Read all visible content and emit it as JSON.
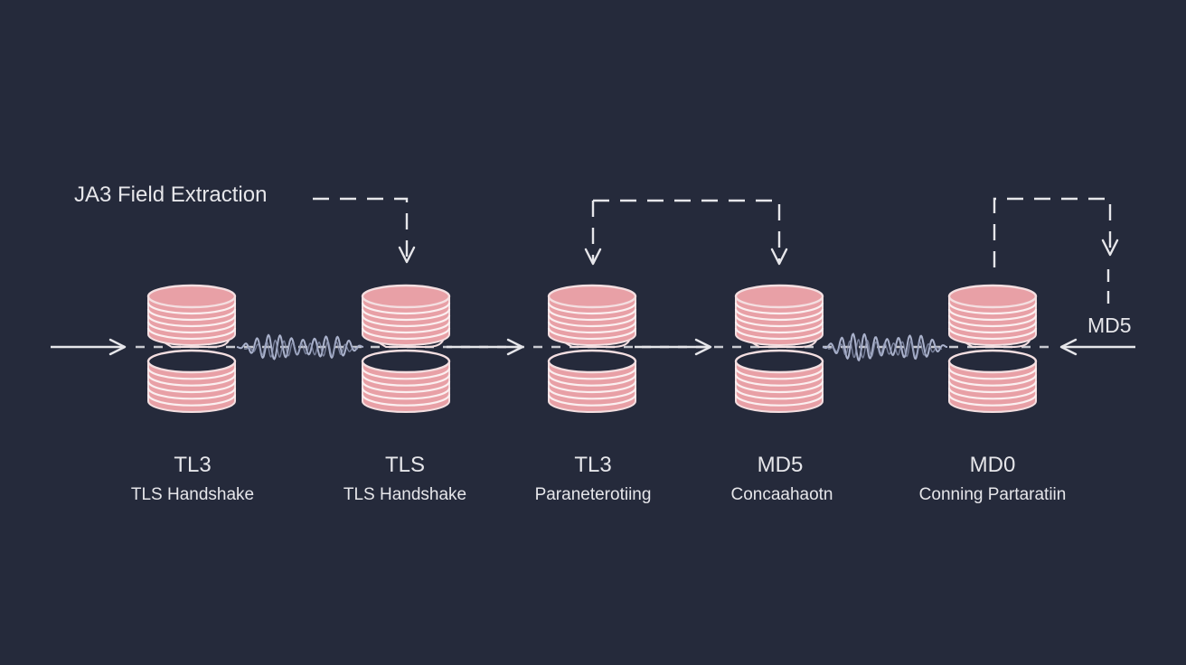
{
  "colors": {
    "background": "#252a3b",
    "line": "#e6e6ea",
    "stack_fill": "#e8a0a6",
    "stack_stripe": "#fbeff0",
    "stack_outline": "#f4dfe1",
    "wave": "#aab2cc"
  },
  "labels": {
    "extraction": "JA3 Field Extraction",
    "md5_input": "MD5"
  },
  "stages": [
    {
      "id": "stage-1",
      "title": "TL3",
      "subtitle": "TLS Handshake"
    },
    {
      "id": "stage-2",
      "title": "TLS",
      "subtitle": "TLS Handshake"
    },
    {
      "id": "stage-3",
      "title": "TL3",
      "subtitle": "Paraneterotiing"
    },
    {
      "id": "stage-4",
      "title": "MD5",
      "subtitle": "Concaahaotn"
    },
    {
      "id": "stage-5",
      "title": "MD0",
      "subtitle": "Conning Partaratiin"
    }
  ]
}
